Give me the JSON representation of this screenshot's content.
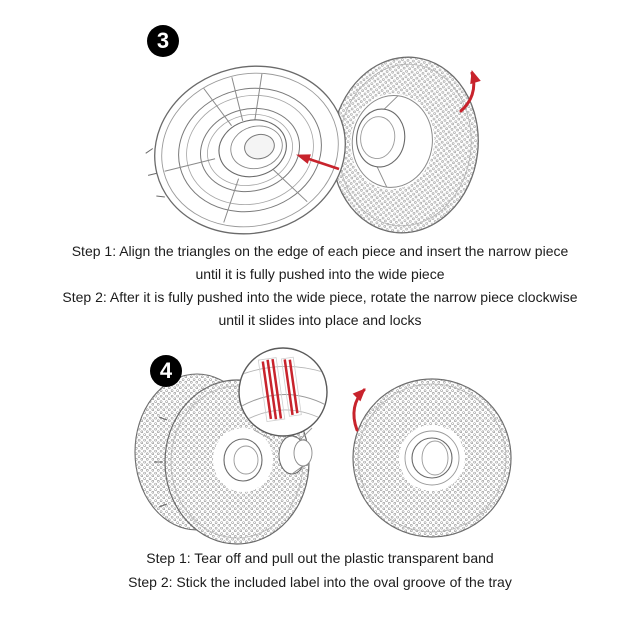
{
  "page": {
    "background": "#ffffff"
  },
  "colors": {
    "accent_red": "#c8232c",
    "line_art": "#6a6a6a",
    "text": "#1c1c1c",
    "badge_bg": "#000000",
    "badge_text": "#ffffff"
  },
  "step3": {
    "badge": "3",
    "lines": [
      "Step 1: Align the triangles on the edge of each piece and insert the narrow piece",
      "until it is fully pushed into the wide piece",
      "Step 2: After it is fully pushed into the wide piece, rotate the narrow piece clockwise",
      "until it slides into place and locks"
    ]
  },
  "step4": {
    "badge": "4",
    "lines": [
      "Step 1: Tear off and pull out the plastic transparent band",
      "Step 2: Stick the included label into the oval groove of the tray"
    ]
  },
  "icons": [
    "insert-arrow-icon",
    "rotate-clockwise-arrow-icon",
    "pull-band-arrow-icon",
    "magnifier-inset"
  ]
}
